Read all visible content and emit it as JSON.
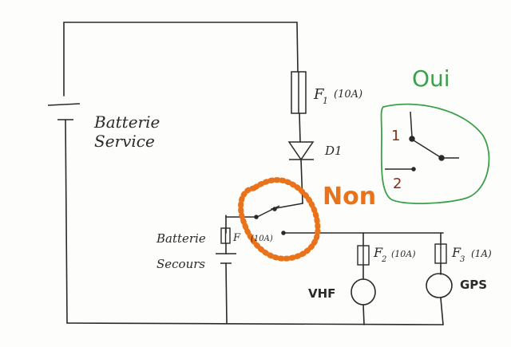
{
  "labels": {
    "battery_service_line1": "Batterie",
    "battery_service_line2": "Service",
    "battery_backup_line1": "Batterie",
    "battery_backup_line2": "Secours",
    "f1_label": "F",
    "f1_sub": "1",
    "f1_rating": "(10A)",
    "d1_label": "D1",
    "f_backup_label": "F",
    "f_backup_rating": "(10A)",
    "f2_label": "F",
    "f2_sub": "2",
    "f2_rating": "(10A)",
    "f3_label": "F",
    "f3_sub": "3",
    "f3_rating": "(1A)",
    "vhf": "VHF",
    "gps": "GPS",
    "non": "Non",
    "oui": "Oui",
    "switch_pos1": "1",
    "switch_pos2": "2"
  },
  "colors": {
    "ink": "#2a2a2a",
    "orange": "#e8731a",
    "green": "#3aa14a",
    "brown": "#8a2e12"
  }
}
